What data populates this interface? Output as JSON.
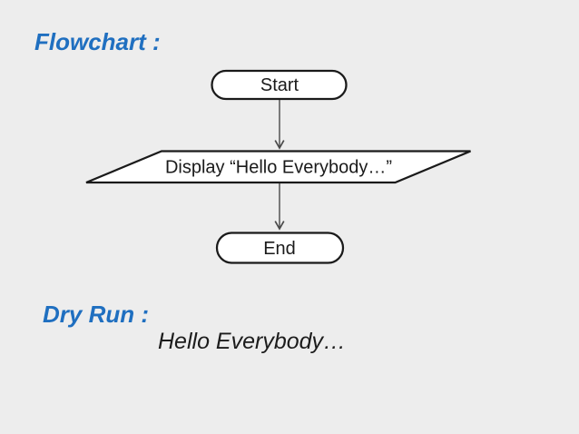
{
  "slide": {
    "background_color": "#ededed",
    "heading_color": "#1f6fc0",
    "headings": {
      "flowchart": "Flowchart :",
      "dry_run": "Dry Run :"
    },
    "dry_run_output": "Hello Everybody…"
  },
  "flowchart": {
    "nodes": [
      {
        "id": "start",
        "shape": "terminator",
        "label": "Start"
      },
      {
        "id": "display",
        "shape": "parallelogram",
        "label": "Display “Hello Everybody…”"
      },
      {
        "id": "end",
        "shape": "terminator",
        "label": "End"
      }
    ],
    "connectors": [
      {
        "from": "start",
        "to": "display"
      },
      {
        "from": "display",
        "to": "end"
      }
    ],
    "node_fill": "#ffffff",
    "node_stroke": "#1a1a1a",
    "connector_color": "#4a4a4a"
  }
}
